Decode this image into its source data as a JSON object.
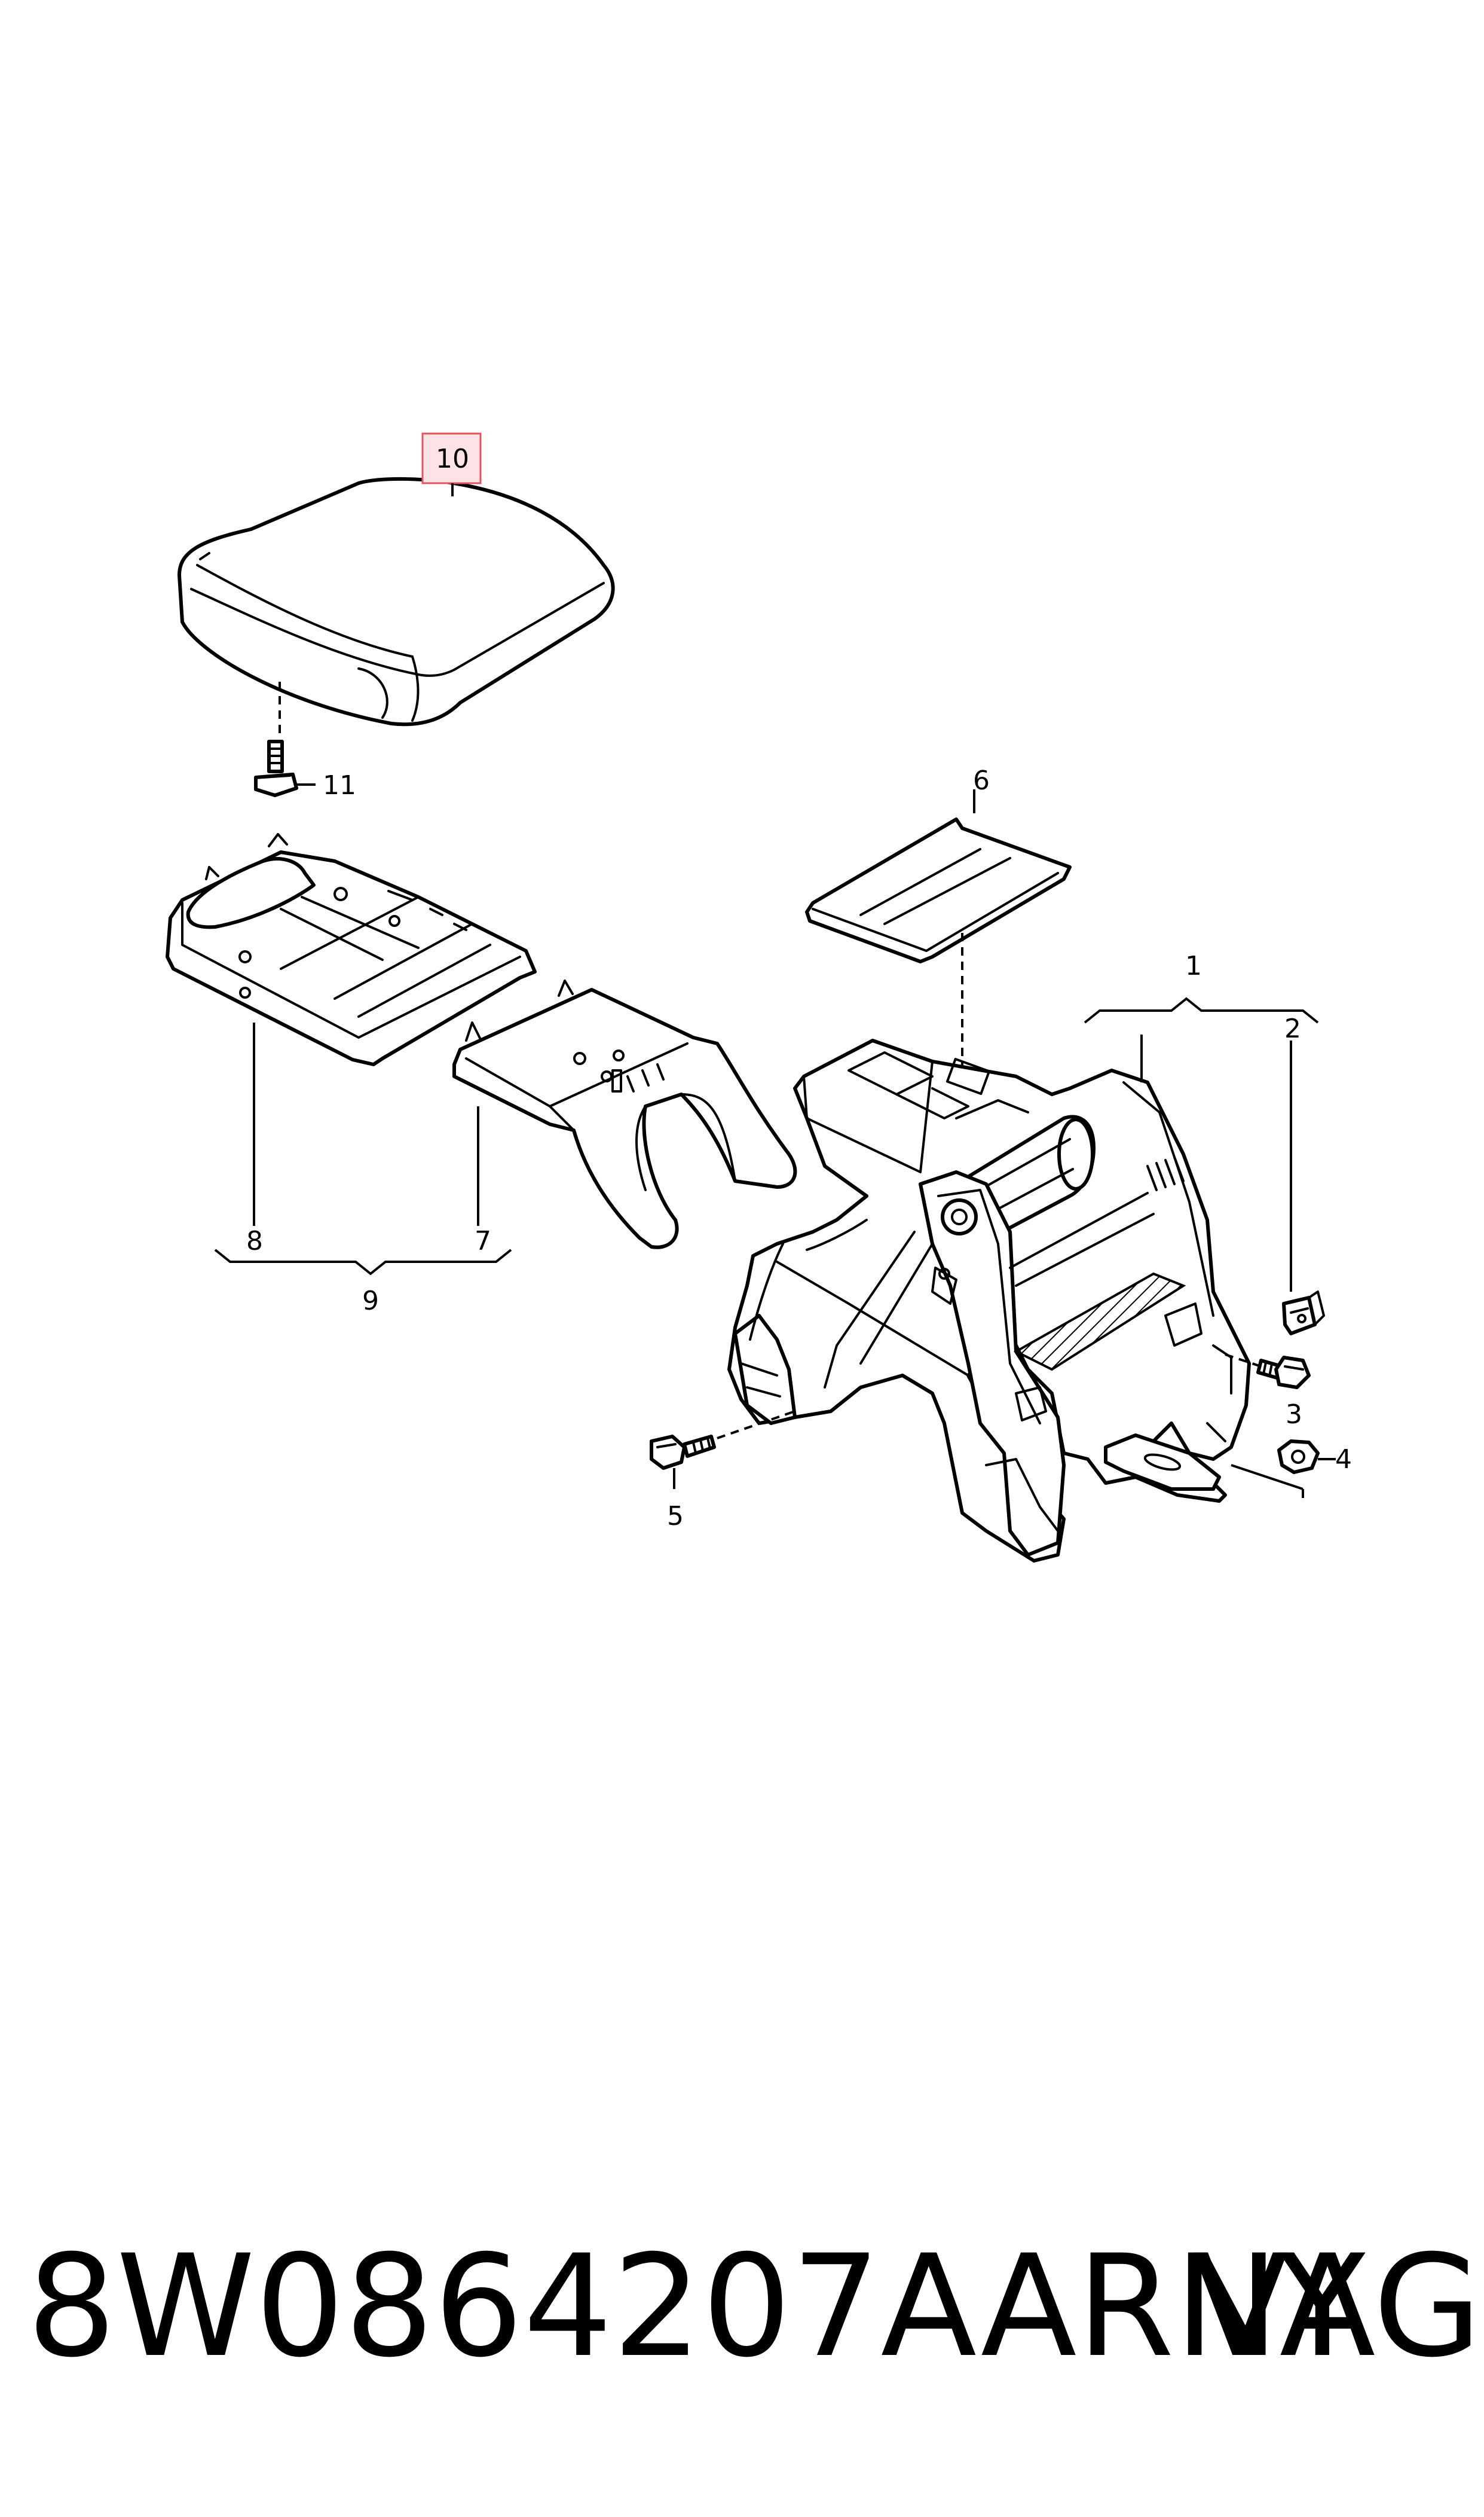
{
  "callouts": {
    "c1": "1",
    "c2": "2",
    "c3": "3",
    "c4": "4",
    "c5": "5",
    "c6": "6",
    "c7": "7",
    "c8": "8",
    "c9": "9",
    "c10": "10",
    "c11": "11"
  },
  "highlight": {
    "callout": "10",
    "fill_color": "#fde3e6",
    "border_color": "#e2555f"
  },
  "footer": {
    "part_number": "8W0864207AARNY",
    "brand": "VAG"
  }
}
